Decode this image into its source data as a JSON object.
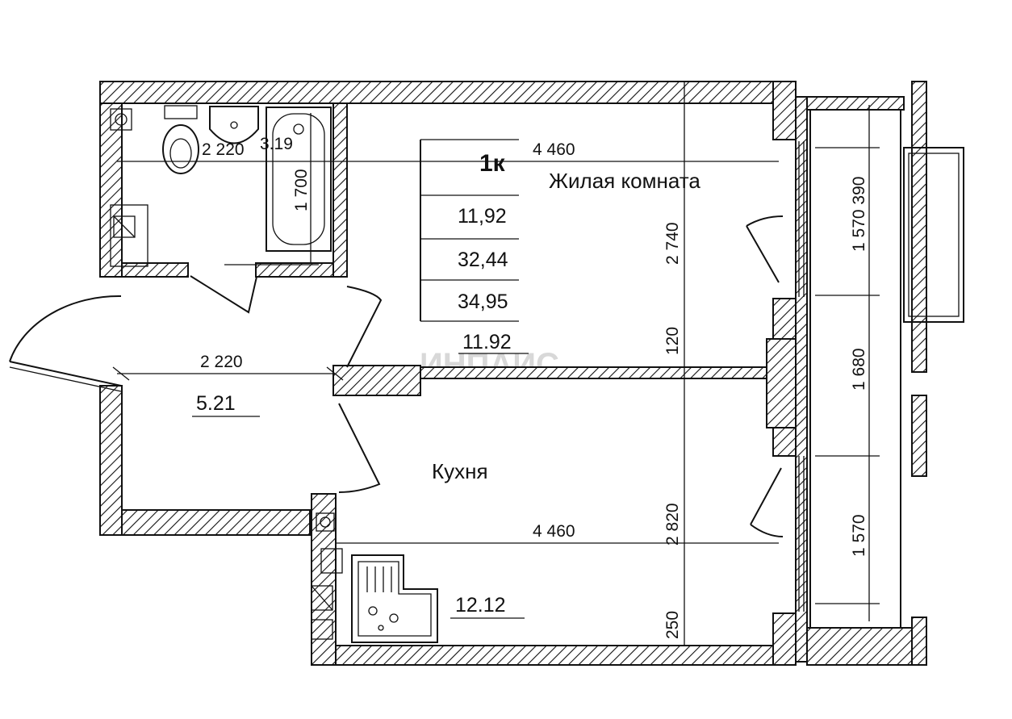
{
  "apartment": {
    "type_label": "1к",
    "table_values": [
      "11,92",
      "32,44",
      "34,95"
    ]
  },
  "rooms": {
    "living_name": "Жилая комната",
    "living_area": "11.92",
    "kitchen_name": "Кухня",
    "kitchen_area": "12.12",
    "hall_area": "5.21",
    "bath_area": "3.19"
  },
  "dimensions": {
    "top_width": "4 460",
    "bath_width": "2 220",
    "hall_width": "2 220",
    "kitchen_width": "4 460",
    "bath_height": "1 700",
    "living_height": "2 740",
    "partition": "120",
    "kitchen_height": "2 820",
    "bottom_wall": "250",
    "balcony_top": "1 570 390",
    "balcony_mid": "1 680",
    "balcony_bottom": "1 570"
  },
  "watermark": "ИНПАИС"
}
